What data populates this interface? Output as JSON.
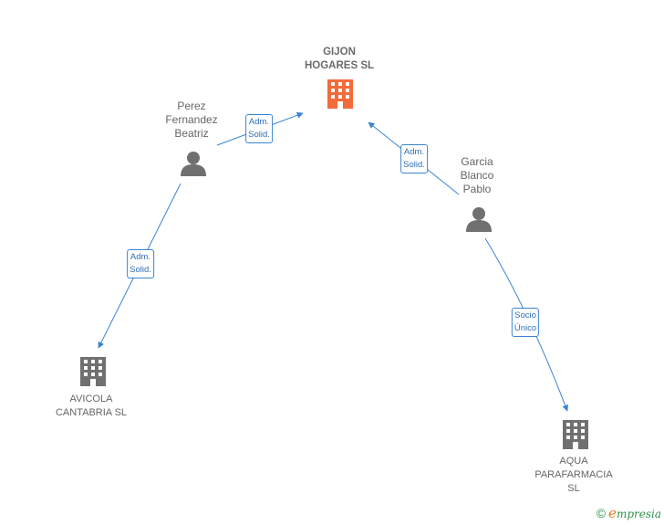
{
  "nodes": {
    "gijon": {
      "label": "GIJON\nHOGARES  SL",
      "type": "company",
      "color": "#f26b3a"
    },
    "avicola": {
      "label": "AVICOLA\nCANTABRIA  SL",
      "type": "company",
      "color": "#707070"
    },
    "aqua": {
      "label": "AQUA\nPARAFARMACIA SL",
      "type": "company",
      "color": "#707070"
    },
    "perez": {
      "label": "Perez\nFernandez\nBeatriz",
      "type": "person",
      "color": "#707070"
    },
    "garcia": {
      "label": "Garcia\nBlanco\nPablo",
      "type": "person",
      "color": "#707070"
    }
  },
  "edges": [
    {
      "from": "perez",
      "to": "gijon",
      "label": "Adm.\nSolid."
    },
    {
      "from": "garcia",
      "to": "gijon",
      "label": "Adm.\nSolid."
    },
    {
      "from": "perez",
      "to": "avicola",
      "label": "Adm.\nSolid."
    },
    {
      "from": "garcia",
      "to": "aqua",
      "label": "Socio\nÚnico"
    }
  ],
  "colors": {
    "edge": "#3a84d4"
  },
  "footer": {
    "copyright": "©",
    "brand_initial": "e",
    "brand_rest": "mpresia"
  }
}
